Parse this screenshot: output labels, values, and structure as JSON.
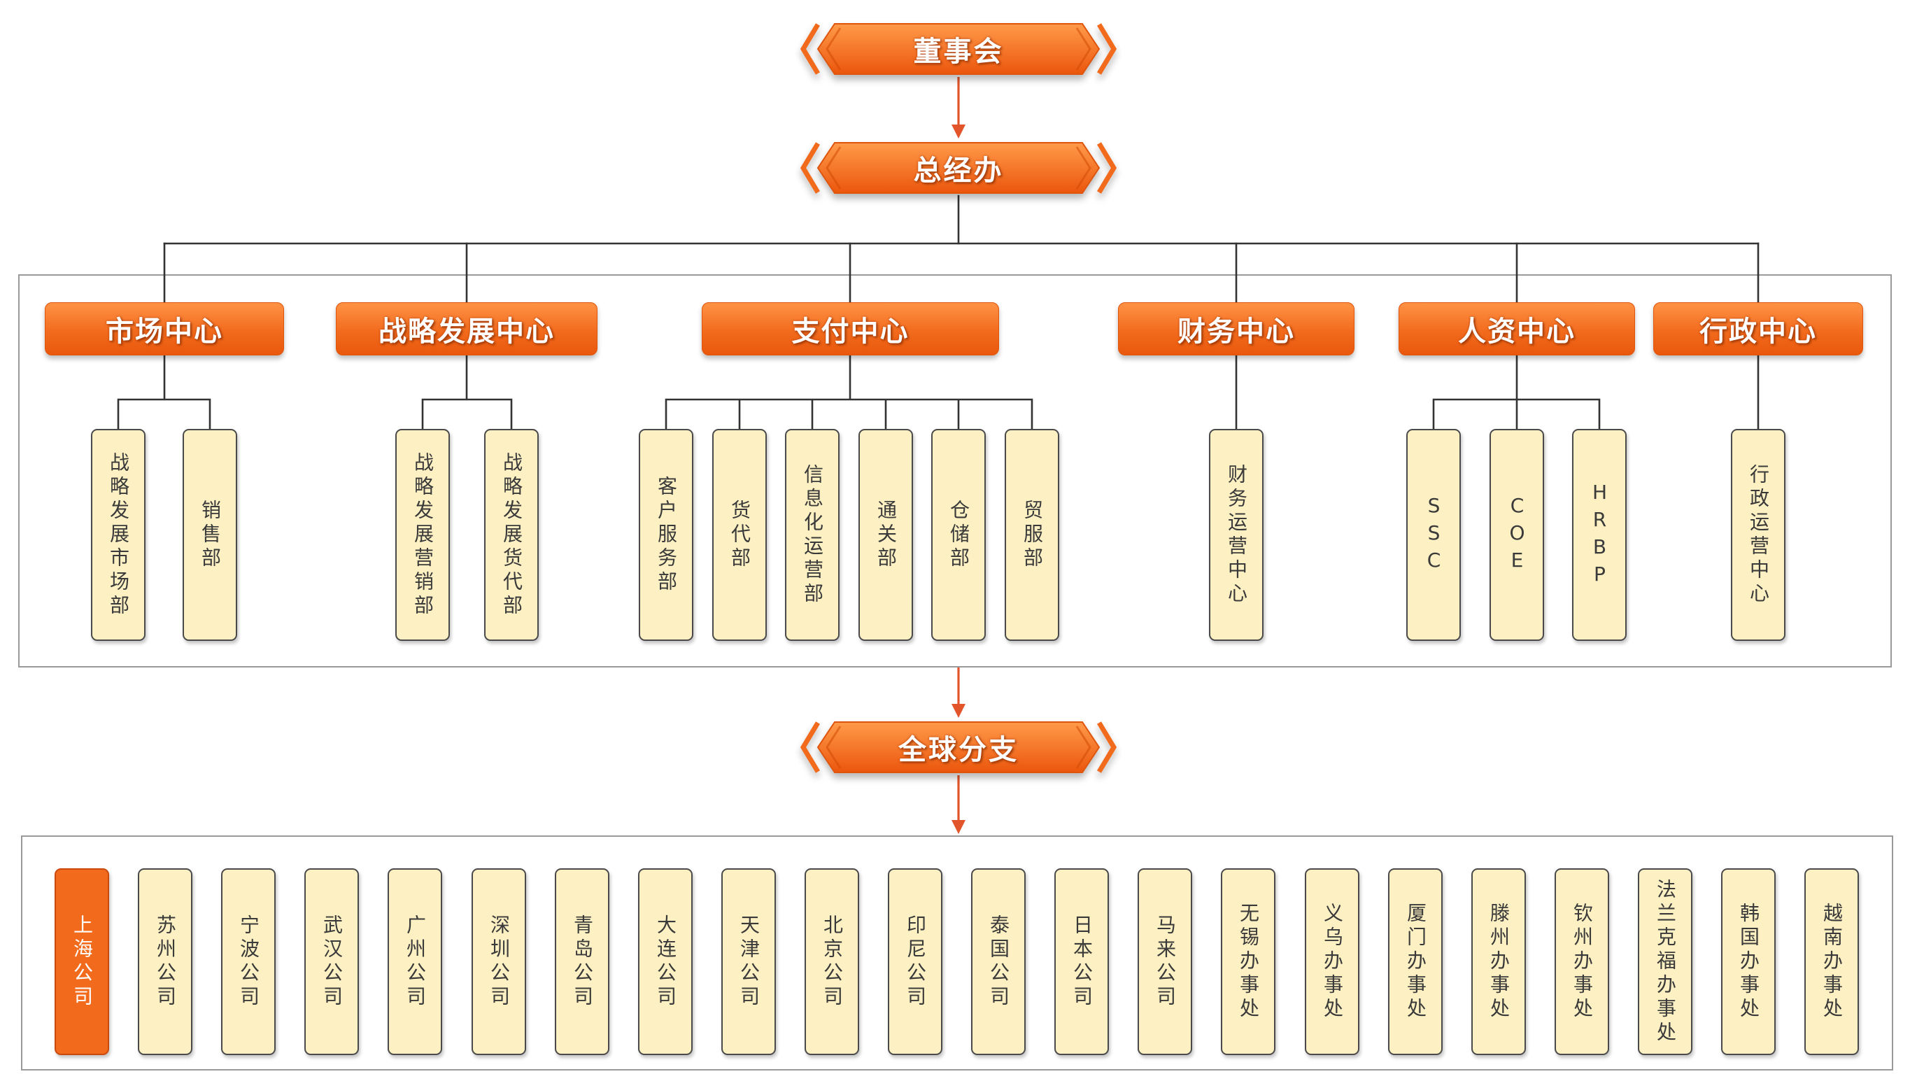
{
  "board": "董事会",
  "gm_office": "总经办",
  "centers": [
    {
      "name": "市场中心",
      "departments": [
        "战略发展市场部",
        "销售部"
      ]
    },
    {
      "name": "战略发展中心",
      "departments": [
        "战略发展营销部",
        "战略发展货代部"
      ]
    },
    {
      "name": "支付中心",
      "departments": [
        "客户服务部",
        "货代部",
        "信息化运营部",
        "通关部",
        "仓储部",
        "贸服部"
      ]
    },
    {
      "name": "财务中心",
      "departments": [
        "财务运营中心"
      ]
    },
    {
      "name": "人资中心",
      "departments": [
        "SSC",
        "COE",
        "HRBP"
      ]
    },
    {
      "name": "行政中心",
      "departments": [
        "行政运营中心"
      ]
    }
  ],
  "global_branches": {
    "title": "全球分支",
    "items": [
      "上海公司",
      "苏州公司",
      "宁波公司",
      "武汉公司",
      "广州公司",
      "深圳公司",
      "青岛公司",
      "大连公司",
      "天津公司",
      "北京公司",
      "印尼公司",
      "泰国公司",
      "日本公司",
      "马来公司",
      "无锡办事处",
      "义乌办事处",
      "厦门办事处",
      "滕州办事处",
      "钦州办事处",
      "法兰克福办事处",
      "韩国办事处",
      "越南办事处"
    ],
    "highlighted_index": 0
  },
  "colors": {
    "accent": "#F26B1D",
    "box_fill": "#FDF0C2",
    "arrow": "#E2552B",
    "connector": "#333333"
  }
}
